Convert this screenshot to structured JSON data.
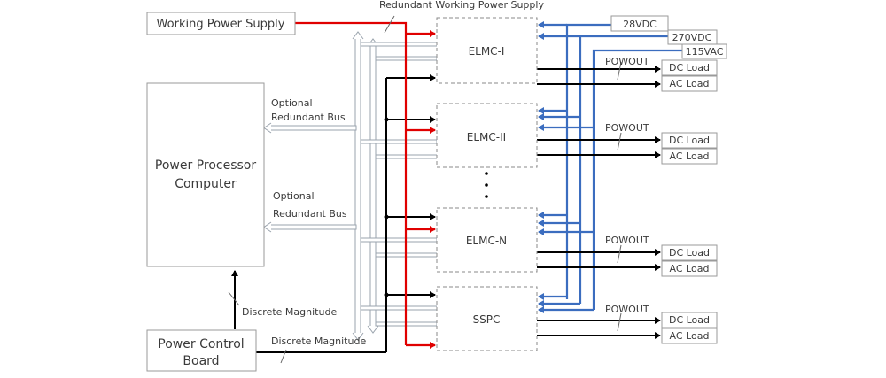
{
  "labels": {
    "working_power_supply": "Working Power Supply",
    "redundant_working_power_supply": "Redundant Working Power Supply",
    "power_processor_computer_line1": "Power Processor",
    "power_processor_computer_line2": "Computer",
    "optional_redundant_bus_1_line1": "Optional",
    "optional_redundant_bus_1_line2": "Redundant Bus",
    "optional_redundant_bus_2_line1": "Optional",
    "optional_redundant_bus_2_line2": "Redundant Bus",
    "discrete_magnitude_1": "Discrete Magnitude",
    "discrete_magnitude_2": "Discrete Magnitude",
    "power_control_board_line1": "Power Control",
    "power_control_board_line2": "Board",
    "elmc_1": "ELMC-I",
    "elmc_2": "ELMC-II",
    "elmc_n": "ELMC-N",
    "sspc": "SSPC",
    "vdc28": "28VDC",
    "vdc270": "270VDC",
    "vac115": "115VAC",
    "powout_1": "POWOUT",
    "powout_2": "POWOUT",
    "powout_3": "POWOUT",
    "powout_4": "POWOUT",
    "dc_load_1": "DC Load",
    "ac_load_1": "AC Load",
    "dc_load_2": "DC Load",
    "ac_load_2": "AC Load",
    "dc_load_3": "DC Load",
    "ac_load_3": "AC Load",
    "dc_load_4": "DC Load",
    "ac_load_4": "AC Load"
  },
  "colors": {
    "working_power_line": "#e00000",
    "supply_lines": "#3b6dbf",
    "signal_lines": "#000000"
  }
}
